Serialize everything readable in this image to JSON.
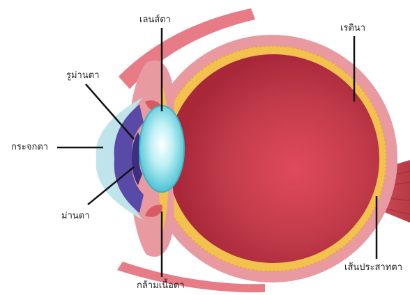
{
  "labels": {
    "lens": "เลนส์ตา",
    "retina": "เรตินา",
    "pupil": "รูม่านตา",
    "cornea": "กระจกตา",
    "iris": "ม่านตา",
    "ciliary_muscle": "กล้ามเนื้อตา",
    "optic_nerve": "เส้นประสาทตา"
  },
  "colors": {
    "sclera": "#e8a3a3",
    "choroid_layer": "#f2c14e",
    "vitreous": "#c23b4a",
    "lens": "#7fd6e3",
    "iris": "#5a4aa8",
    "cornea": "#bfe4ec",
    "muscle": "#e77b86",
    "nerve": "#c8454e"
  }
}
